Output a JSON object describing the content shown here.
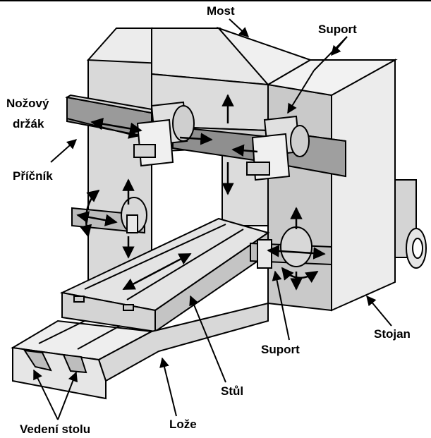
{
  "labels": {
    "most": "Most",
    "suport_top": "Suport",
    "nozovy_line1": "Nožový",
    "nozovy_line2": "držák",
    "pricnik": "Příčník",
    "stojan": "Stojan",
    "suport_bottom": "Suport",
    "stul": "Stůl",
    "loze": "Lože",
    "vedeni_stolu": "Vedení stolu"
  },
  "colors": {
    "outline": "#000000",
    "light_face": "#e6e6e6",
    "mid_face": "#c8c8c8",
    "dark_face": "#8a8a8a",
    "background": "#ffffff"
  }
}
